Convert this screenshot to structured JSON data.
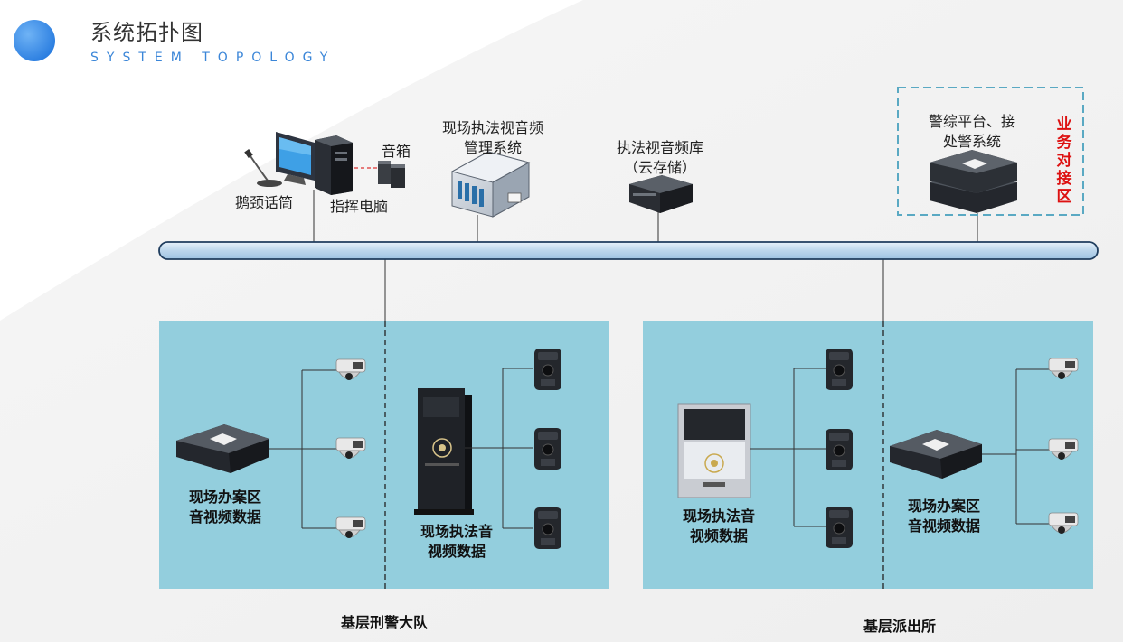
{
  "header": {
    "title": "系统拓扑图",
    "subtitle": "SYSTEM TOPOLOGY"
  },
  "top_nodes": {
    "mic": "鹅颈话筒",
    "pc": "指挥电脑",
    "speaker": "音箱",
    "mgmt_line1": "现场执法视音频",
    "mgmt_line2": "管理系统",
    "storage_line1": "执法视音频库",
    "storage_line2": "（云存储）",
    "platform_line1": "警综平台、接",
    "platform_line2": "处警系统",
    "business_zone": "业务对接区"
  },
  "zones": {
    "left": {
      "caption": "基层刑警大队",
      "recorder_line1": "现场办案区",
      "recorder_line2": "音视频数据",
      "kiosk_line1": "现场执法音",
      "kiosk_line2": "视频数据"
    },
    "right": {
      "caption": "基层派出所",
      "kiosk_line1": "现场执法音",
      "kiosk_line2": "视频数据",
      "recorder_line1": "现场办案区",
      "recorder_line2": "音视频数据"
    }
  },
  "colors": {
    "accent_blue": "#3b86d8",
    "zone_fill": "#93cedd",
    "bus_fill": "#c9dff0",
    "dashed_frame": "#5aa9c3",
    "business_red": "#d11111"
  }
}
